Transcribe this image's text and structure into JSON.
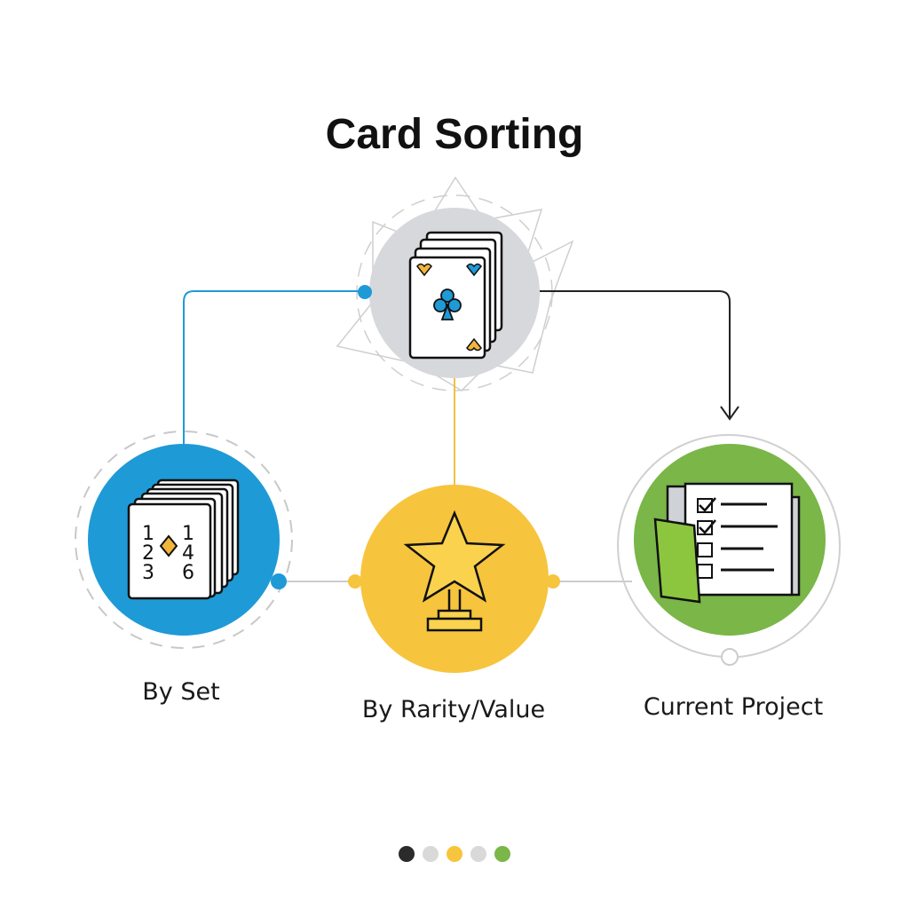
{
  "title": "Card Sorting",
  "nodes": {
    "source": {
      "icon": "playing-cards-icon",
      "color": "#d6d8db"
    },
    "by_set": {
      "label": "By Set",
      "icon": "numbered-card-stack-icon",
      "color": "#1e9ad6",
      "card_left_numbers": [
        "1",
        "2",
        "3"
      ],
      "card_right_numbers": [
        "1",
        "4",
        "6"
      ]
    },
    "by_rarity": {
      "label": "By Rarity/Value",
      "icon": "star-trophy-icon",
      "color": "#f7c43d"
    },
    "current_project": {
      "label": "Current Project",
      "icon": "checklist-folder-icon",
      "color": "#7ab648"
    }
  },
  "pagination": {
    "count": 5,
    "colors": [
      "#2b2b2b",
      "#d9d9d9",
      "#f7c43d",
      "#d9d9d9",
      "#7ab648"
    ]
  }
}
